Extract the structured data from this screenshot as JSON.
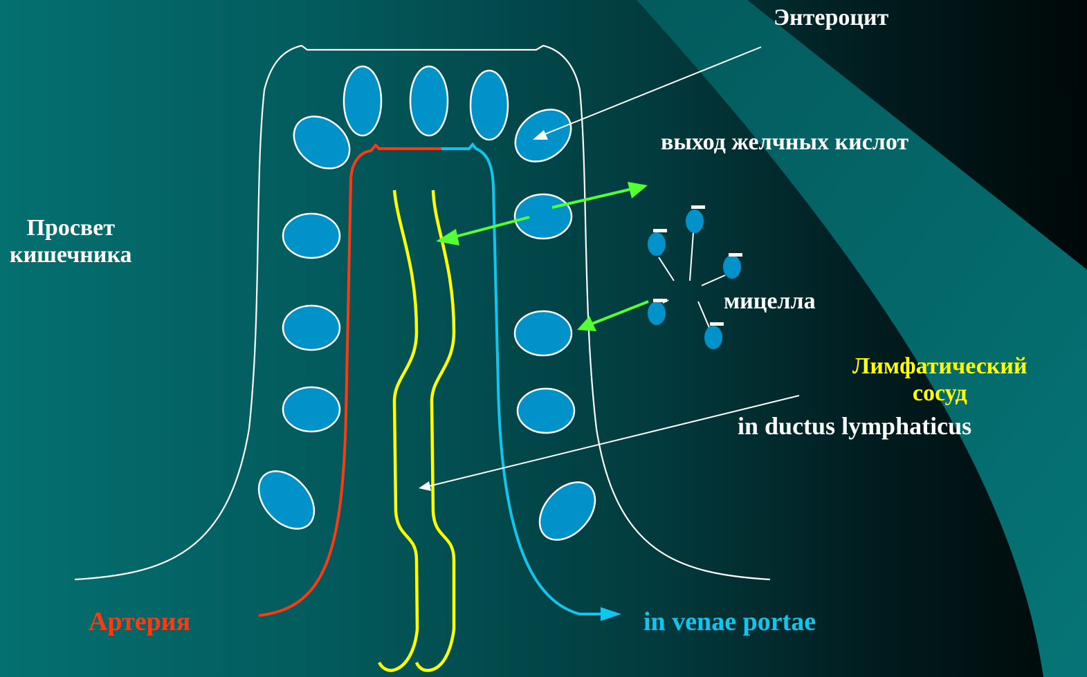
{
  "labels": {
    "enterocyte": "Энтероцит",
    "bile_acid_exit": "выход желчных кислот",
    "lumen_line1": "Просвет",
    "lumen_line2": "кишечника",
    "micelle": "мицелла",
    "lymph_line1": "Лимфатический",
    "lymph_line2": "сосуд",
    "ductus": "in ductus lymphaticus",
    "artery": "Артерия",
    "portal_vein": "in venae portae"
  },
  "colors": {
    "background_left": "#047070",
    "background_right": "#000808",
    "outline": "#ffffff",
    "nucleus_fill": "#0092c8",
    "artery": "#ff3a12",
    "vein": "#11c6ee",
    "lymph_vessel": "#ffff00",
    "transport_arrow": "#55ff33",
    "label_white": "#ffffff",
    "label_lymph": "#ffff00"
  }
}
